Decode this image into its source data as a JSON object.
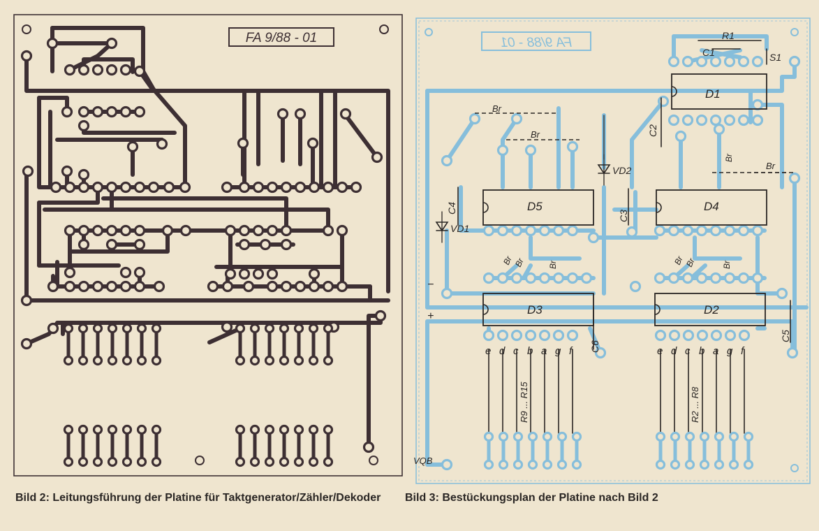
{
  "left_panel": {
    "board_label": "FA 9/88 - 01",
    "caption": "Bild 2: Leitungsführung der Platine für Taktgenerator/Zähler/Dekoder",
    "trace_color": "#3d2f33"
  },
  "right_panel": {
    "board_label": "FA 9/88 - 01",
    "caption": "Bild 3: Bestückungsplan der Platine nach Bild 2",
    "trace_color": "#86bedb",
    "component_color": "#2a2624",
    "ic_labels": [
      "D1",
      "D2",
      "D3",
      "D4",
      "D5"
    ],
    "resistor_labels": [
      "R1",
      "R2 ... R8",
      "R9 ... R15"
    ],
    "capacitor_labels": [
      "C1",
      "C2",
      "C3",
      "C4",
      "C5",
      "C6"
    ],
    "diode_labels": [
      "VD1",
      "VD2"
    ],
    "switch_label": "S1",
    "bridge_label": "Br",
    "output_label": "VQB",
    "segment_labels": [
      "e",
      "d",
      "c",
      "b",
      "a",
      "g",
      "f"
    ],
    "polarity_minus": "−",
    "polarity_plus": "+"
  }
}
